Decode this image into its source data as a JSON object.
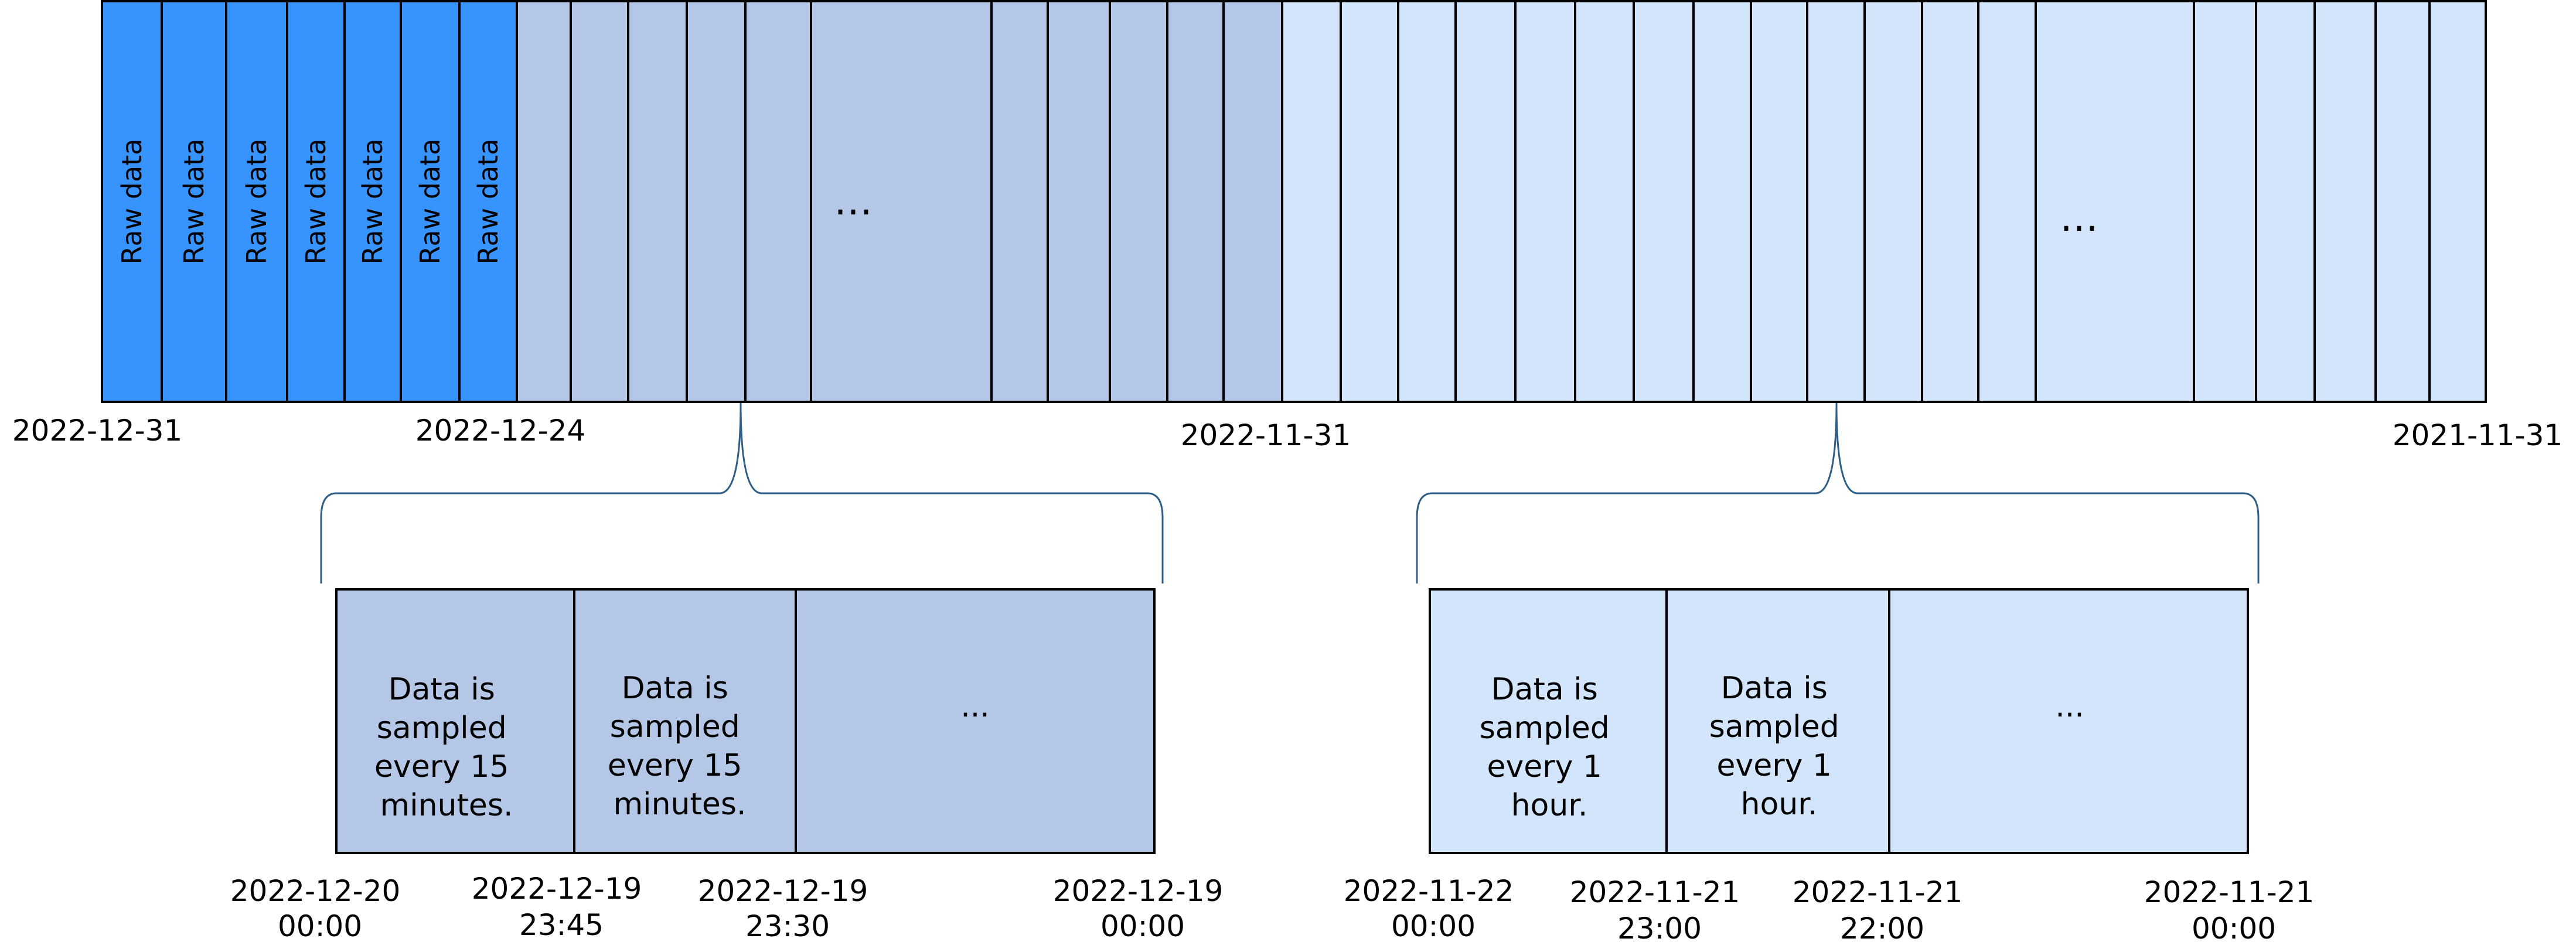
{
  "timeline": {
    "raw_label": "Raw data",
    "ellipsis_mid": "…",
    "ellipsis_right": "…",
    "dates": {
      "d1": "2022-12-31",
      "d2": "2022-12-24",
      "d3": "2022-11-31",
      "d4": "2021-11-31"
    }
  },
  "detail_15min": {
    "sample_text": [
      "Data is",
      "sampled",
      "every 15",
      "minutes."
    ],
    "ellipsis": "···",
    "ticks": [
      [
        "2022-12-20",
        "00:00"
      ],
      [
        "2022-12-19",
        "23:45"
      ],
      [
        "2022-12-19",
        "23:30"
      ],
      [
        "2022-12-19",
        "00:00"
      ]
    ]
  },
  "detail_1hour": {
    "sample_text": [
      "Data is",
      "sampled",
      "every 1",
      "hour."
    ],
    "ellipsis": "···",
    "ticks": [
      [
        "2022-11-22",
        "00:00"
      ],
      [
        "2022-11-21",
        "23:00"
      ],
      [
        "2022-11-21",
        "22:00"
      ],
      [
        "2022-11-21",
        "00:00"
      ]
    ]
  },
  "colors": {
    "raw": "#3794ff",
    "fifteen_min": "#b4c7e7",
    "one_hour": "#d3e5fa",
    "brace": "#2f5f86"
  }
}
